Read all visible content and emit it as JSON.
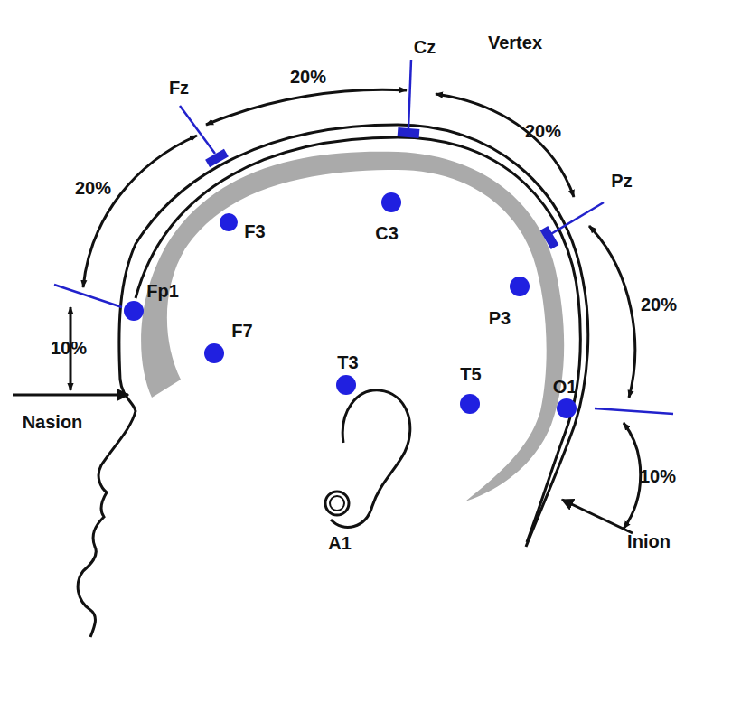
{
  "diagram": {
    "labels": [
      "Cz",
      "Vertex",
      "20%",
      "Fz",
      "20%",
      "20%",
      "Pz",
      "F3",
      "C3",
      "Fp1",
      "P3",
      "20%",
      "F7",
      "10%",
      "T3",
      "T5",
      "O1",
      "Nasion",
      "10%",
      "A1",
      "Inion"
    ]
  }
}
